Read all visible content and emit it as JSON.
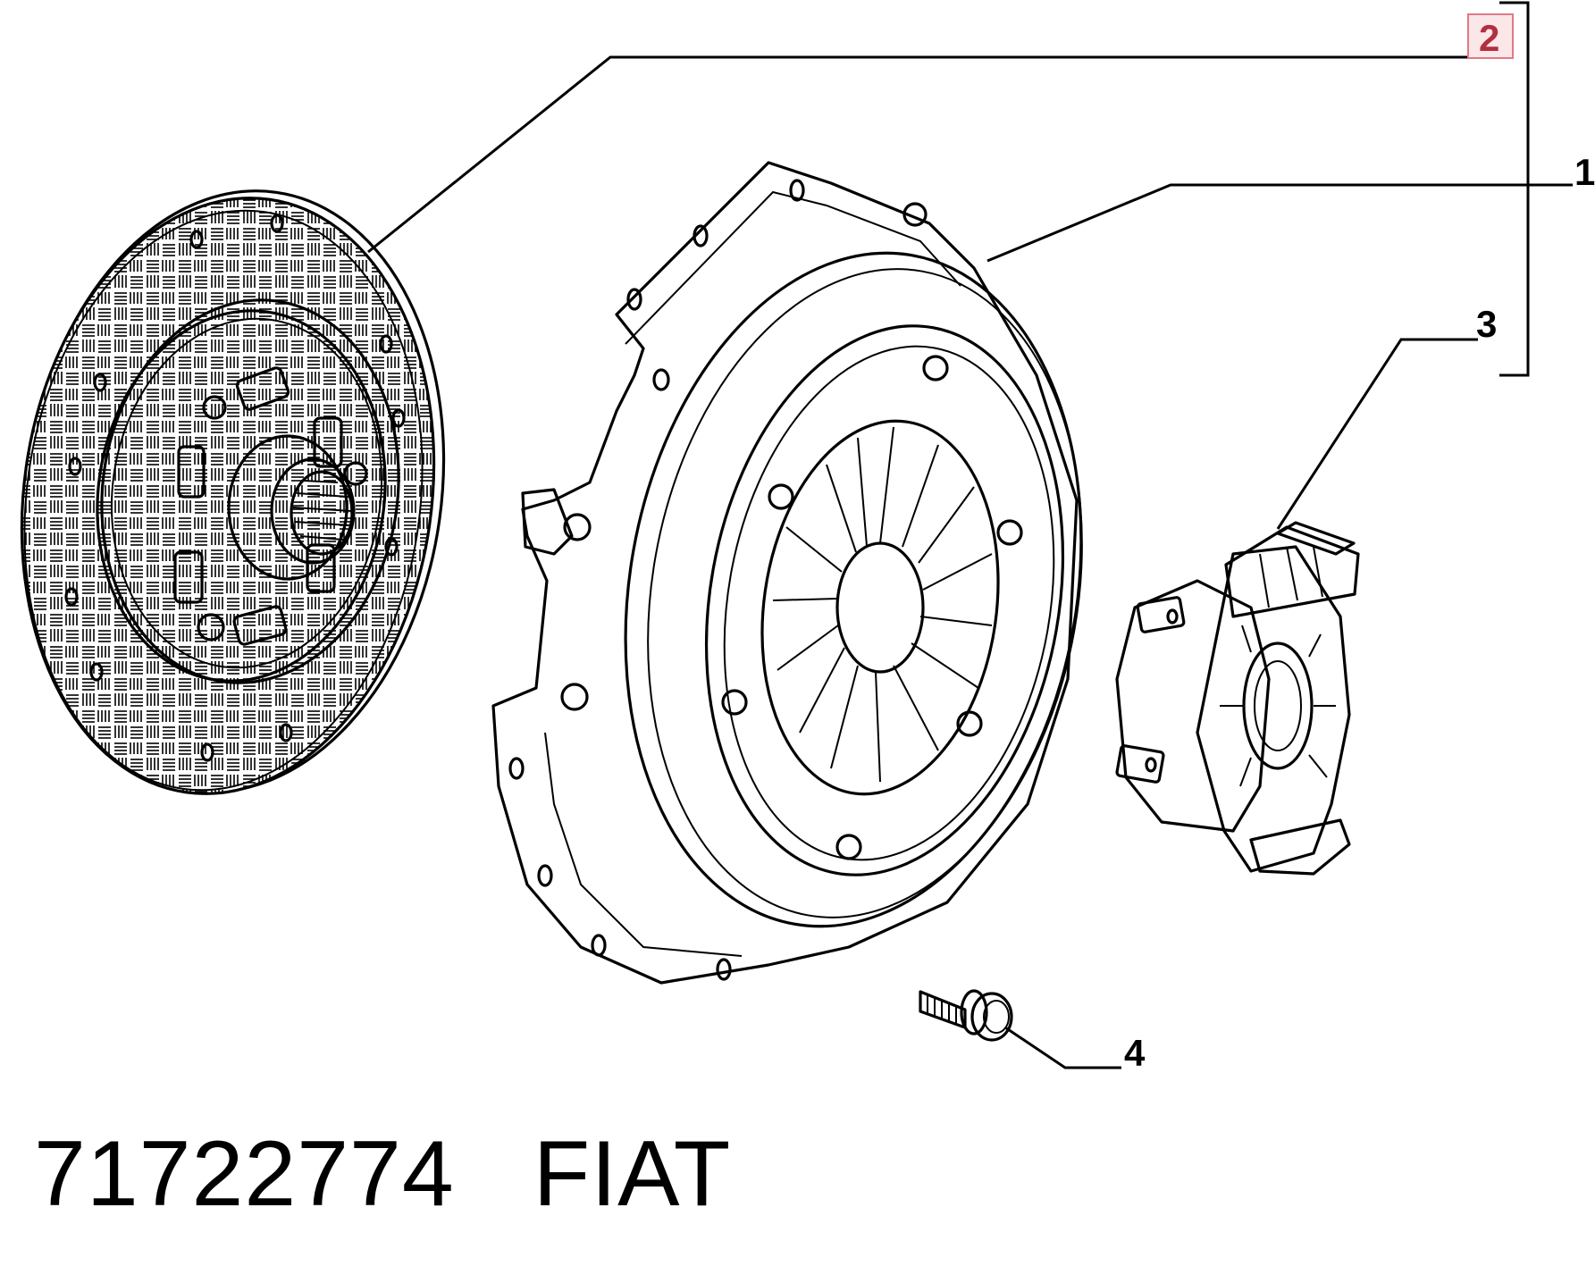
{
  "callouts": {
    "c1": "1",
    "c2": "2",
    "c3": "3",
    "c4": "4"
  },
  "caption": {
    "part_number": "71722774",
    "brand": "FIAT"
  },
  "colors": {
    "highlight_box_border": "#e07a86",
    "highlight_box_fill": "#fbe6e8",
    "highlight_text": "#b03040",
    "line": "#000000"
  }
}
